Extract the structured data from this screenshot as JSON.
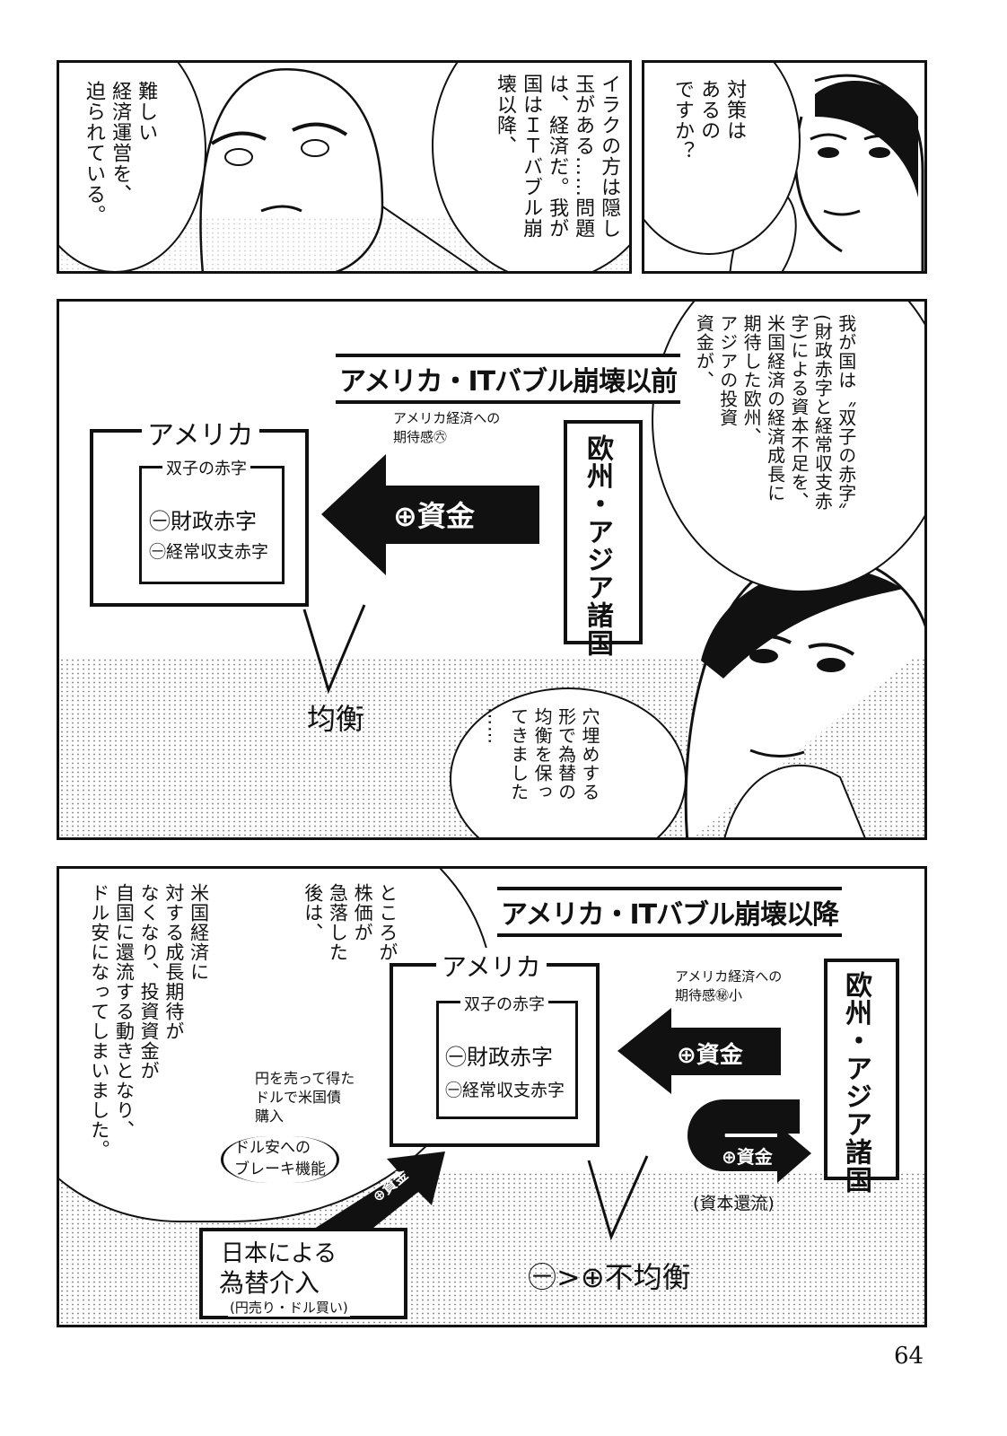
{
  "panel1": {
    "bubble_left": "難しい\n経済運営を、\n迫られている。",
    "bubble_right": "イラクの方は隠し\n玉がある……問題\nは、経済だ。我が\n国はＩＴバブル崩\n壊以降、"
  },
  "panel2": {
    "bubble": "対策は\nあるの\nですか？"
  },
  "panel3": {
    "bubble_top": "我が国は〝双子の赤字〟\n(財政赤字と経常収支赤\n字)による資本不足を、\n米国経済の経済成長に\n期待した欧州、\nアジアの投資\n資金が、",
    "bubble_bottom": "穴埋めする\n形で為替の\n均衡を保っ\nてきました\n……",
    "diagram": {
      "title": "アメリカ・ITバブル崩壊以前",
      "america_label": "アメリカ",
      "twin_deficit_label": "双子の赤字",
      "fiscal_deficit": "㊀財政赤字",
      "current_account_deficit": "㊀経常収支赤字",
      "expectation": "アメリカ経済への\n期待感㊅",
      "arrow_label": "⊕資金",
      "europe_asia": "欧州・アジア諸国",
      "result": "均衡"
    }
  },
  "panel4": {
    "bubble_a": "ところが\n株価が\n急落した\n後は、",
    "bubble_b": "米国経済に\n対する成長期待が\nなくなり、投資資金が\n自国に還流する動きとなり、\nドル安になってしまいました。",
    "diagram": {
      "title": "アメリカ・ITバブル崩壊以降",
      "america_label": "アメリカ",
      "twin_deficit_label": "双子の赤字",
      "fiscal_deficit": "㊀財政赤字",
      "current_account_deficit": "㊀経常収支赤字",
      "expectation": "アメリカ経済への\n期待感㊙小",
      "arrow_label": "⊕資金",
      "return_arrow_label": "⊕資金",
      "capital_return": "(資本還流)",
      "europe_asia": "欧州・アジア諸国",
      "bond_purchase": "円を売って得た\nドルで米国債\n購入",
      "brake": "ドル安への\nブレーキ機能",
      "japan_arrow_label": "⊕資金",
      "japan_box_line1": "日本による",
      "japan_box_line2": "為替介入",
      "japan_box_line3": "(円売り・ドル買い)",
      "result": "㊀>⊕不均衡"
    }
  },
  "page_number": "64"
}
